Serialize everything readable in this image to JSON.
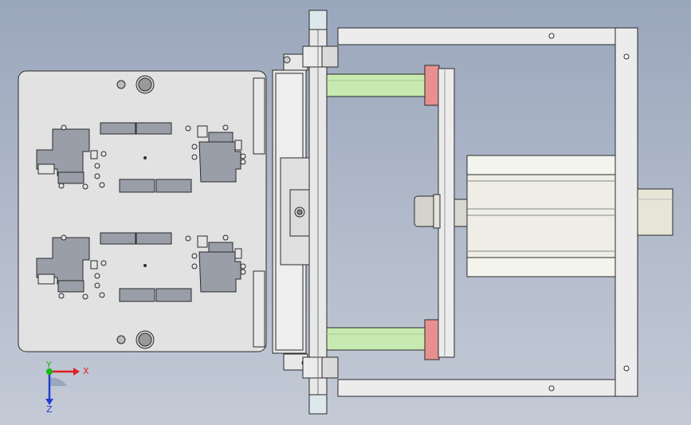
{
  "viewport": {
    "background_top": "#9aa6bc",
    "background_bottom": "#c4cad6"
  },
  "model": {
    "edge_color": "#2a2a2a",
    "plate_color": "#e4e4e4",
    "pocket_color": "#9a9ea8",
    "rod_color": "#c8eab0",
    "collar_color": "#e89090",
    "cylinder_color": "#eeeee6"
  },
  "triad": {
    "x_label": "X",
    "y_label": "Y",
    "z_label": "Z",
    "x_color": "#e02020",
    "y_color": "#18b818",
    "z_color": "#2040d0"
  }
}
